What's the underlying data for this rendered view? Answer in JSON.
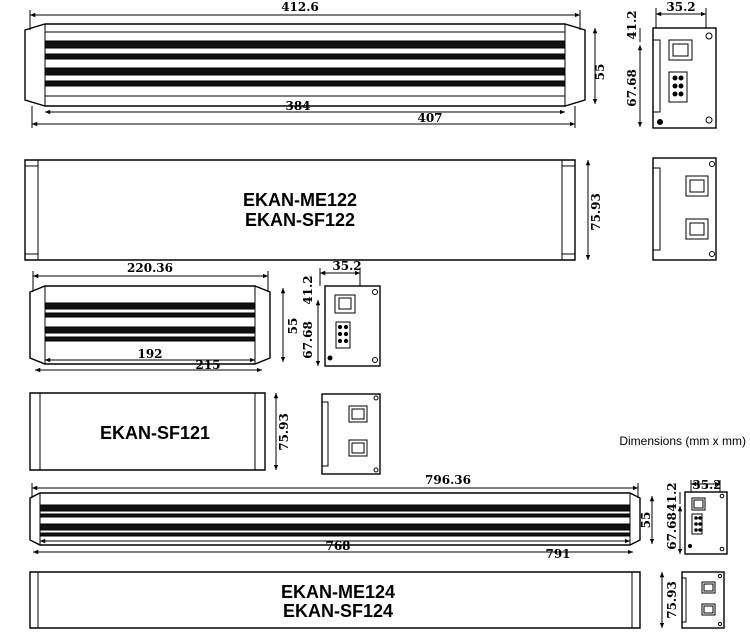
{
  "caption": "Dimensions (mm x mm)",
  "row1": {
    "models": [
      "EKAN-ME122",
      "EKAN-SF122"
    ],
    "dims": {
      "overall": "412.6",
      "inner": "384",
      "mount": "407",
      "height": "55",
      "depth": "75.93",
      "side_w": "35.2",
      "side_top": "41.2",
      "side_h": "67.68"
    }
  },
  "row2": {
    "models": [
      "EKAN-SF121"
    ],
    "dims": {
      "overall": "220.36",
      "inner": "192",
      "mount": "215",
      "height": "55",
      "depth": "75.93",
      "side_w": "35.2",
      "side_top": "41.2",
      "side_h": "67.68"
    }
  },
  "row3": {
    "models": [
      "EKAN-ME124",
      "EKAN-SF124"
    ],
    "dims": {
      "overall": "796.36",
      "inner": "768",
      "mount": "791",
      "height": "55",
      "depth": "75.93",
      "side_w": "35.2",
      "side_top": "41.2",
      "side_h": "67.68"
    }
  }
}
